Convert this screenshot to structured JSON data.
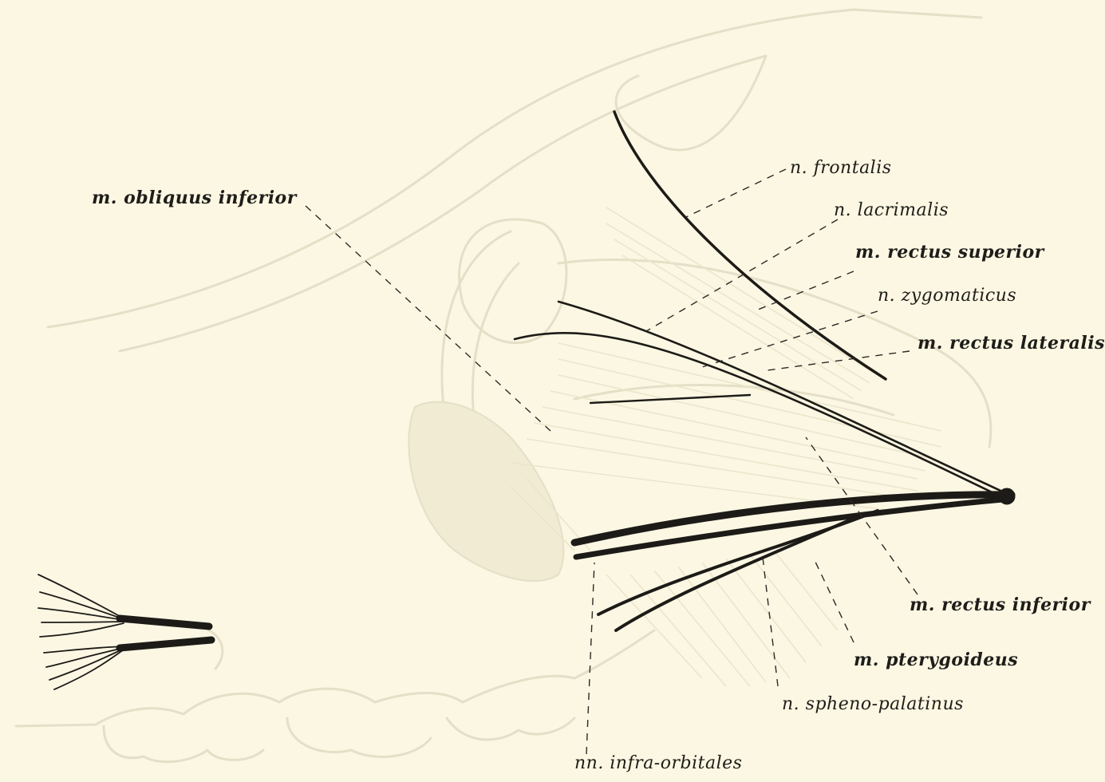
{
  "labels": {
    "obliquus_inferior": "m. obliquus inferior",
    "frontalis": "n. frontalis",
    "lacrimalis": "n. lacrimalis",
    "rectus_superior": "m. rectus superior",
    "zygomaticus": "n. zygomaticus",
    "rectus_lateralis": "m. rectus lateralis",
    "rectus_inferior": "m. rectus inferior",
    "pterygoideus": "m. pterygoideus",
    "spheno_palatinus": "n. spheno-palatinus",
    "infra_orbitales": "nn. infra-orbitales"
  },
  "colors": {
    "paper": "#fbf7e3",
    "ink": "#1d1b17",
    "faint_outline": "#e4dfc6"
  }
}
